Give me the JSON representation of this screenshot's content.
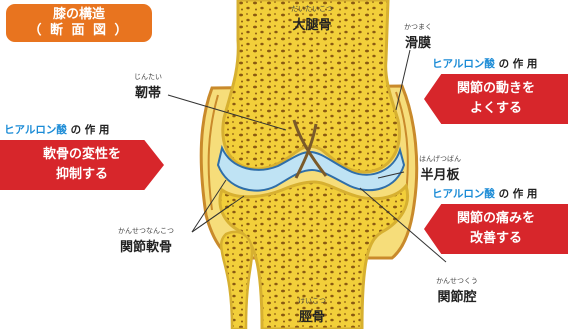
{
  "title": {
    "line1": "膝の構造",
    "line2": "（ 断 面 図 ）"
  },
  "labels": {
    "femur": {
      "furigana": "だいたいこつ",
      "text": "大腿骨"
    },
    "synovium": {
      "furigana": "かつまく",
      "text": "滑膜"
    },
    "ligament": {
      "furigana": "じんたい",
      "text": "靭帯"
    },
    "meniscus": {
      "furigana": "はんげつばん",
      "text": "半月板"
    },
    "cartilage": {
      "furigana": "かんせつなんこつ",
      "text": "関節軟骨"
    },
    "cavity": {
      "furigana": "かんせつくう",
      "text": "関節腔"
    },
    "tibia": {
      "furigana": "けいこつ",
      "text": "脛骨"
    }
  },
  "effects": {
    "left": {
      "head_hy": "ヒアルロン酸",
      "head_rest": "の 作 用",
      "line1": "軟骨の変性を",
      "line2": "抑制する"
    },
    "right_top": {
      "head_hy": "ヒアルロン酸",
      "head_rest": "の 作 用",
      "line1": "関節の動きを",
      "line2": "よくする"
    },
    "right_bottom": {
      "head_hy": "ヒアルロン酸",
      "head_rest": "の 作 用",
      "line1": "関節の痛みを",
      "line2": "改善する"
    }
  },
  "colors": {
    "title_bg": "#e8741f",
    "effect_bg": "#d7262b",
    "hyaluronic_text": "#1a8bd6",
    "bone": "#f2cf3a",
    "bone_edge": "#d7b030",
    "pores": "#8a5a12",
    "cartilage": "#bfe3f4",
    "synovium": "#c98a2b"
  }
}
